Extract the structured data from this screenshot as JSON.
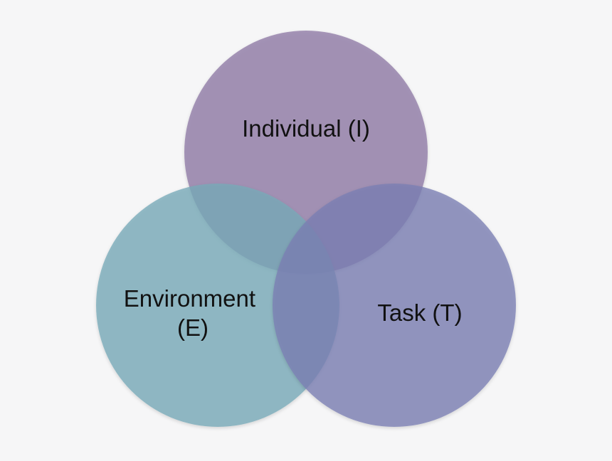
{
  "diagram": {
    "type": "venn",
    "background_color": "#f6f6f7",
    "sets": [
      {
        "id": "individual",
        "label_lines": [
          "Individual (I)"
        ],
        "color": "#8f7aa6"
      },
      {
        "id": "environment",
        "label_lines": [
          "Environment",
          "(E)"
        ],
        "color": "#77aab9"
      },
      {
        "id": "task",
        "label_lines": [
          "Task (T)"
        ],
        "color": "#7a7fb3"
      }
    ]
  }
}
